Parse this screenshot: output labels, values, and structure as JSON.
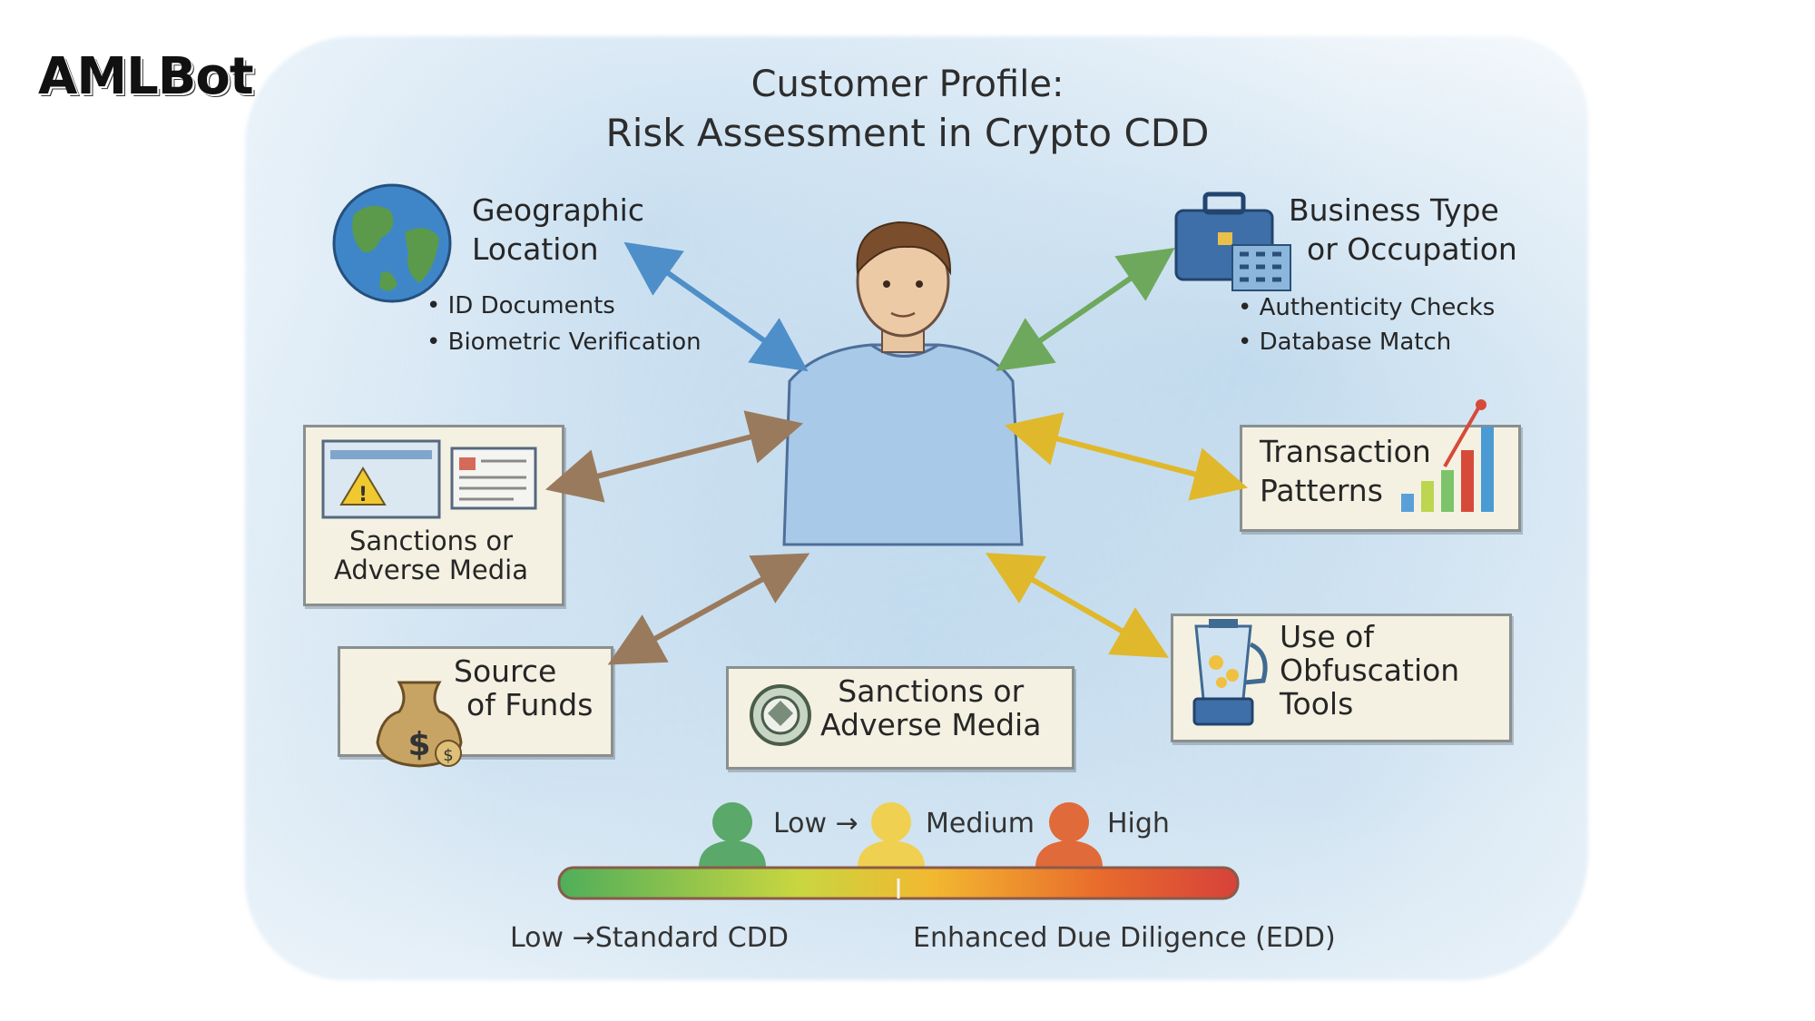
{
  "brand": "AMLBot",
  "title": {
    "line1": "Customer Profile:",
    "line2": "Risk Assessment in Crypto CDD"
  },
  "nodes": {
    "geographic": {
      "label_line1": "Geographic",
      "label_line2": "Location",
      "bullets": [
        "ID Documents",
        "Biometric Verification"
      ],
      "icon": "globe-icon",
      "arrow_color": "#5b9bd5"
    },
    "business": {
      "label_line1": "Business Type",
      "label_line2": "or Occupation",
      "bullets": [
        "Authenticity Checks",
        "Database Match"
      ],
      "icon": "briefcase-icon",
      "arrow_color": "#7cb36a"
    },
    "sanctions_left": {
      "label_line1": "Sanctions or",
      "label_line2": "Adverse Media",
      "icon": "warning-document-icon",
      "arrow_color": "#a8896a"
    },
    "transaction": {
      "label_line1": "Transaction",
      "label_line2": "Patterns",
      "icon": "bar-chart-icon",
      "arrow_color": "#e8c23e"
    },
    "source_funds": {
      "label_line1": "Source",
      "label_line2": "of Funds",
      "icon": "money-bag-icon",
      "arrow_color": "#a8896a"
    },
    "sanctions_center": {
      "label_line1": "Sanctions or",
      "label_line2": "Adverse Media",
      "icon": "coin-icon"
    },
    "obfuscation": {
      "label_line1": "Use of",
      "label_line2": "Obfuscation",
      "label_line3": "Tools",
      "icon": "blender-icon",
      "arrow_color": "#e8c23e"
    }
  },
  "risk_meter": {
    "levels": [
      {
        "label": "Low →",
        "color": "#5aa86a"
      },
      {
        "label": "Medium",
        "color": "#f0d050"
      },
      {
        "label": "High",
        "color": "#e06a3a"
      }
    ],
    "bottom_left": "Low →Standard CDD",
    "bottom_right": "Enhanced Due Diligence (EDD)"
  }
}
